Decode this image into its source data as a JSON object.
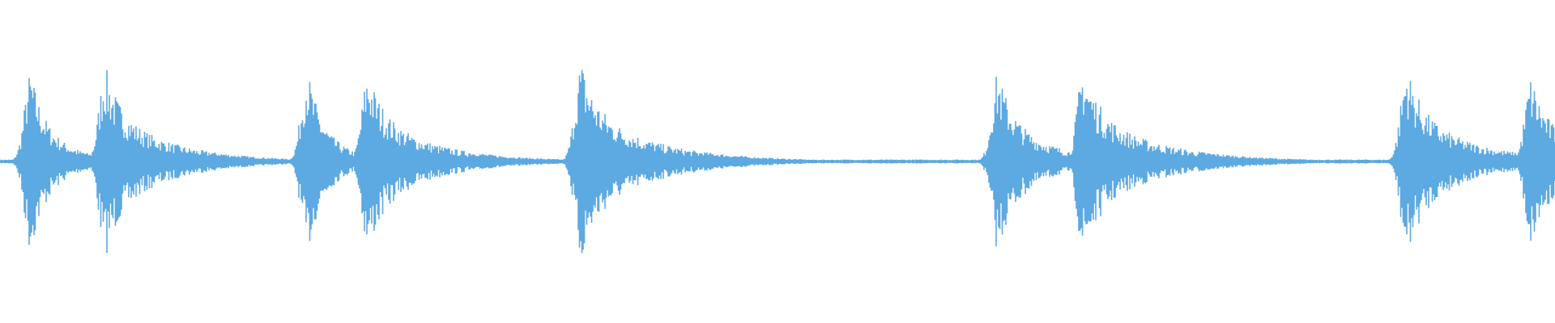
{
  "waveform": {
    "color": "#5DA9E1",
    "background": "#FFFFFF",
    "bursts": [
      {
        "name": "burst-1",
        "peaks": [
          {
            "t": 0.02,
            "amp": 0.9,
            "decay": 0.02
          },
          {
            "t": 0.068,
            "amp": 0.95,
            "decay": 0.04
          }
        ]
      },
      {
        "name": "burst-2",
        "peaks": [
          {
            "t": 0.198,
            "amp": 0.92,
            "decay": 0.018
          },
          {
            "t": 0.237,
            "amp": 0.9,
            "decay": 0.04
          }
        ]
      },
      {
        "name": "burst-3",
        "peaks": [
          {
            "t": 0.374,
            "amp": 1.0,
            "decay": 0.045
          }
        ]
      },
      {
        "name": "burst-4",
        "peaks": [
          {
            "t": 0.642,
            "amp": 0.9,
            "decay": 0.03
          },
          {
            "t": 0.697,
            "amp": 0.95,
            "decay": 0.045
          }
        ]
      },
      {
        "name": "burst-5",
        "peaks": [
          {
            "t": 0.905,
            "amp": 0.95,
            "decay": 0.04
          },
          {
            "t": 0.985,
            "amp": 0.85,
            "decay": 0.03
          }
        ]
      }
    ],
    "silence_level": 0.02
  }
}
